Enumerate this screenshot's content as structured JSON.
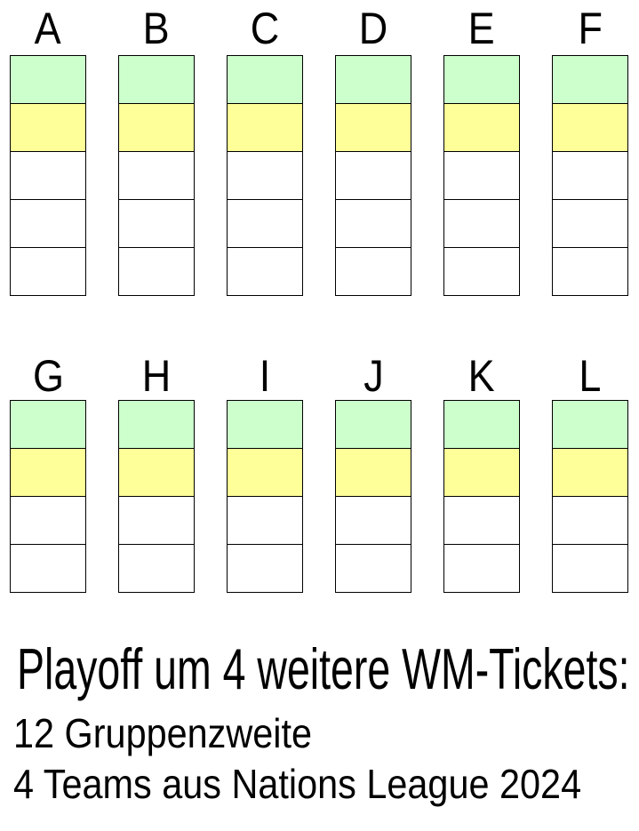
{
  "diagram": {
    "title_semantic": "WM qualification groups overview",
    "rows": [
      {
        "cells_per_group": 5,
        "cell_states": [
          "direct",
          "playoff",
          "empty",
          "empty",
          "empty"
        ],
        "groups": [
          {
            "label": "A"
          },
          {
            "label": "B"
          },
          {
            "label": "C"
          },
          {
            "label": "D"
          },
          {
            "label": "E"
          },
          {
            "label": "F"
          }
        ]
      },
      {
        "cells_per_group": 4,
        "cell_states": [
          "direct",
          "playoff",
          "empty",
          "empty"
        ],
        "groups": [
          {
            "label": "G"
          },
          {
            "label": "H"
          },
          {
            "label": "I"
          },
          {
            "label": "J"
          },
          {
            "label": "K"
          },
          {
            "label": "L"
          }
        ]
      }
    ],
    "colors": {
      "direct": "#ccffcc",
      "playoff": "#ffff99",
      "empty": "#ffffff",
      "border": "#000000",
      "text": "#000000",
      "background": "#ffffff"
    }
  },
  "caption": {
    "title": "Playoff um 4 weitere WM-Tickets:",
    "lines": [
      "12 Gruppenzweite",
      "4 Teams aus Nations League 2024"
    ]
  }
}
